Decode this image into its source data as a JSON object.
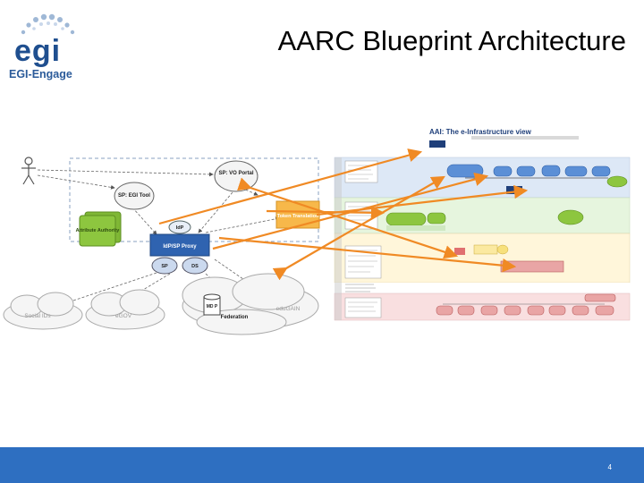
{
  "header": {
    "title": "AARC Blueprint Architecture",
    "logo_text": "egi",
    "logo_subtitle": "EGI-Engage"
  },
  "left_diagram": {
    "sp_vo_portal": "SP: VO Portal",
    "sp_egi_tool": "SP: EGI Tool",
    "token_translation": "Token Translation",
    "attribute_authority": "Attribute Authority",
    "idp": "IdP",
    "proxy": "IdP/SP Proxy",
    "sp": "SP",
    "ds": "DS",
    "mdp": "MD P",
    "federation": "Federation",
    "social_ids": "Social IDs",
    "egov": "eGOV",
    "edugain": "eduGAIN"
  },
  "right_diagram": {
    "title": "AAI: The e-Infrastructure view"
  },
  "footer": {
    "page_number": "4"
  },
  "colors": {
    "brand_blue": "#1f4f8f",
    "footer_blue": "#2e6fc1",
    "arrow_orange": "#f08a24",
    "token_yellow": "#f7b84a",
    "aa_green": "#8dc63f"
  }
}
